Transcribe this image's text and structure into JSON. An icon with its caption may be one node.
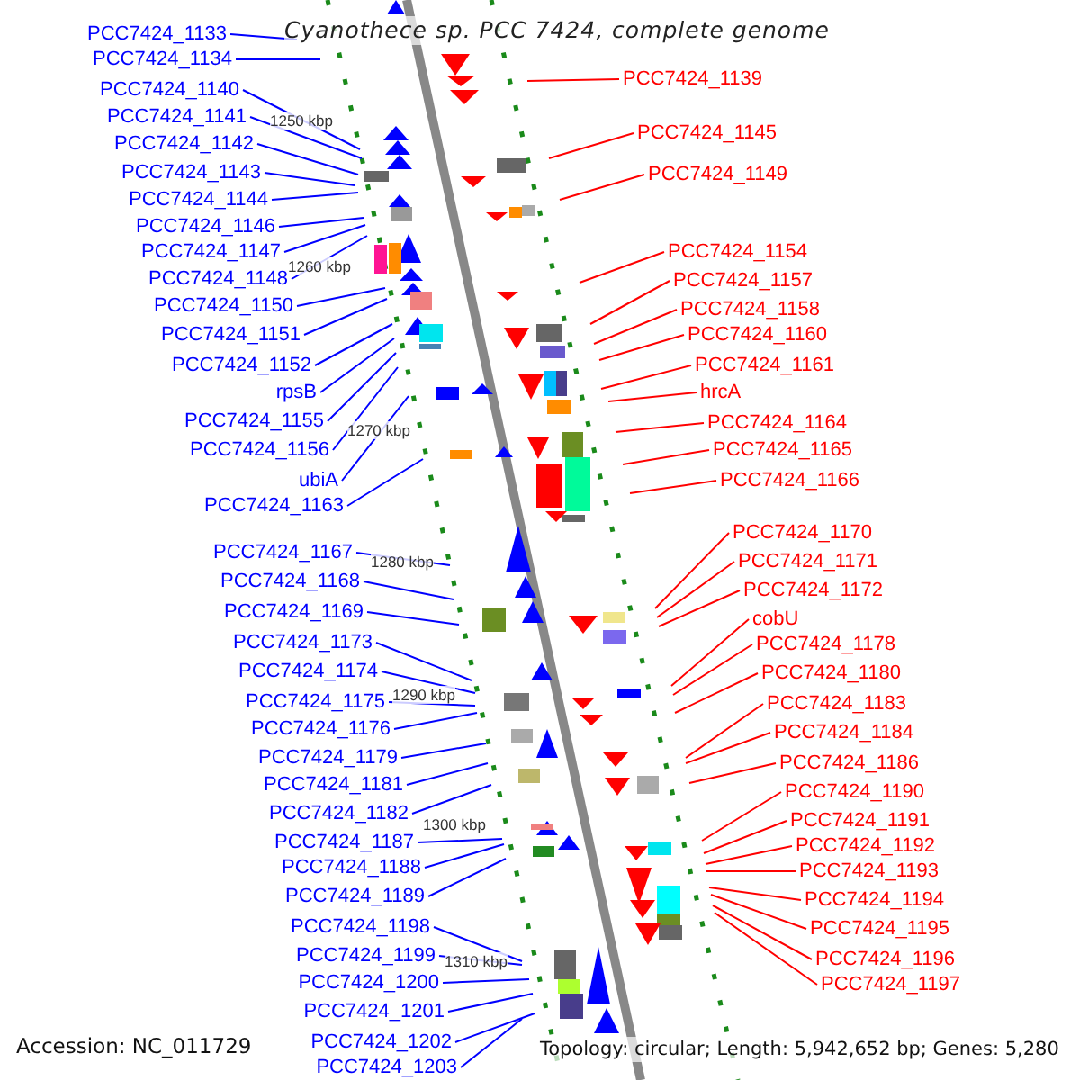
{
  "diagram": {
    "title": "Cyanothece sp. PCC 7424, complete genome",
    "nodes": [
      {
        "text": [
          "PCC7424_1133"
        ]
      },
      {
        "text": [
          "PCC7424_1134"
        ]
      },
      {
        "text": [
          "PCC7424_1140"
        ]
      },
      {
        "text": [
          "PCC7424_1141"
        ]
      },
      {
        "text": [
          "PCC7424_1142"
        ]
      },
      {
        "text": [
          "PCC7424_1143"
        ]
      },
      {
        "text": [
          "PCC7424_1144"
        ]
      },
      {
        "text": [
          "PCC7424_1146"
        ]
      },
      {
        "text": [
          "PCC7424_1147"
        ]
      },
      {
        "text": [
          "PCC7424_1148"
        ]
      },
      {
        "text": [
          "PCC7424_1150"
        ]
      },
      {
        "text": [
          "PCC7424_1151"
        ]
      },
      {
        "text": [
          "PCC7424_1152"
        ]
      },
      {
        "text": [
          "rpsB"
        ]
      },
      {
        "text": [
          "PCC7424_1155"
        ]
      },
      {
        "text": [
          "PCC7424_1156"
        ]
      },
      {
        "text": [
          "ubiA"
        ]
      },
      {
        "text": [
          "PCC7424_1163"
        ]
      },
      {
        "text": [
          "PCC7424_1167"
        ]
      },
      {
        "text": [
          "PCC7424_1168"
        ]
      },
      {
        "text": [
          "PCC7424_1169"
        ]
      },
      {
        "text": [
          "PCC7424_1173"
        ]
      },
      {
        "text": [
          "PCC7424_1174"
        ]
      },
      {
        "text": [
          "PCC7424_1175"
        ]
      },
      {
        "text": [
          "PCC7424_1176"
        ]
      },
      {
        "text": [
          "PCC7424_1179"
        ]
      },
      {
        "text": [
          "PCC7424_1181"
        ]
      },
      {
        "text": [
          "PCC7424_1182"
        ]
      },
      {
        "text": [
          "PCC7424_1187"
        ]
      },
      {
        "text": [
          "PCC7424_1188"
        ]
      },
      {
        "text": [
          "PCC7424_1189"
        ]
      },
      {
        "text": [
          "PCC7424_1198"
        ]
      },
      {
        "text": [
          "PCC7424_1199"
        ]
      },
      {
        "text": [
          "PCC7424_1200"
        ]
      },
      {
        "text": [
          "PCC7424_1201"
        ]
      },
      {
        "text": [
          "PCC7424_1202"
        ]
      },
      {
        "text": [
          "PCC7424_1203"
        ]
      },
      {
        "text": [
          "PCC7424_1139"
        ]
      },
      {
        "text": [
          "PCC7424_1145"
        ]
      },
      {
        "text": [
          "PCC7424_1149"
        ]
      },
      {
        "text": [
          "PCC7424_1154"
        ]
      },
      {
        "text": [
          "PCC7424_1157"
        ]
      },
      {
        "text": [
          "PCC7424_1158"
        ]
      },
      {
        "text": [
          "PCC7424_1160"
        ]
      },
      {
        "text": [
          "PCC7424_1161"
        ]
      },
      {
        "text": [
          "hrcA"
        ]
      },
      {
        "text": [
          "PCC7424_1164"
        ]
      },
      {
        "text": [
          "PCC7424_1165"
        ]
      },
      {
        "text": [
          "PCC7424_1166"
        ]
      },
      {
        "text": [
          "PCC7424_1170"
        ]
      },
      {
        "text": [
          "PCC7424_1171"
        ]
      },
      {
        "text": [
          "PCC7424_1172"
        ]
      },
      {
        "text": [
          "cobU"
        ]
      },
      {
        "text": [
          "PCC7424_1178"
        ]
      },
      {
        "text": [
          "PCC7424_1180"
        ]
      },
      {
        "text": [
          "PCC7424_1183"
        ]
      },
      {
        "text": [
          "PCC7424_1184"
        ]
      },
      {
        "text": [
          "PCC7424_1186"
        ]
      },
      {
        "text": [
          "PCC7424_1190"
        ]
      },
      {
        "text": [
          "PCC7424_1191"
        ]
      },
      {
        "text": [
          "PCC7424_1192"
        ]
      },
      {
        "text": [
          "PCC7424_1193"
        ]
      },
      {
        "text": [
          "PCC7424_1194"
        ]
      },
      {
        "text": [
          "PCC7424_1195"
        ]
      },
      {
        "text": [
          "PCC7424_1196"
        ]
      },
      {
        "text": [
          "PCC7424_1197"
        ]
      }
    ],
    "edges": [
      {
        "from": 0,
        "to": null,
        "arrow": "none"
      },
      {
        "from": 1,
        "to": null,
        "arrow": "none"
      },
      {
        "from": 2,
        "to": null,
        "arrow": "none"
      },
      {
        "from": 3,
        "to": null,
        "arrow": "none"
      },
      {
        "from": 4,
        "to": null,
        "arrow": "none"
      },
      {
        "from": 5,
        "to": null,
        "arrow": "none"
      },
      {
        "from": 6,
        "to": null,
        "arrow": "none"
      },
      {
        "from": 7,
        "to": null,
        "arrow": "none"
      },
      {
        "from": 8,
        "to": null,
        "arrow": "none"
      },
      {
        "from": 9,
        "to": null,
        "arrow": "none"
      },
      {
        "from": 10,
        "to": null,
        "arrow": "none"
      },
      {
        "from": 11,
        "to": null,
        "arrow": "none"
      },
      {
        "from": 12,
        "to": null,
        "arrow": "none"
      },
      {
        "from": 13,
        "to": null,
        "arrow": "none"
      },
      {
        "from": 14,
        "to": null,
        "arrow": "none"
      },
      {
        "from": 15,
        "to": null,
        "arrow": "none"
      },
      {
        "from": 16,
        "to": null,
        "arrow": "none"
      },
      {
        "from": 17,
        "to": null,
        "arrow": "none"
      },
      {
        "from": 18,
        "to": null,
        "arrow": "none"
      },
      {
        "from": 19,
        "to": null,
        "arrow": "none"
      },
      {
        "from": 20,
        "to": null,
        "arrow": "none"
      },
      {
        "from": 21,
        "to": null,
        "arrow": "none"
      },
      {
        "from": 22,
        "to": null,
        "arrow": "none"
      },
      {
        "from": 23,
        "to": null,
        "arrow": "none"
      },
      {
        "from": 24,
        "to": null,
        "arrow": "none"
      },
      {
        "from": 25,
        "to": null,
        "arrow": "none"
      },
      {
        "from": 26,
        "to": null,
        "arrow": "none"
      },
      {
        "from": 27,
        "to": null,
        "arrow": "none"
      },
      {
        "from": 28,
        "to": null,
        "arrow": "none"
      },
      {
        "from": 29,
        "to": null,
        "arrow": "none"
      },
      {
        "from": 30,
        "to": null,
        "arrow": "none"
      },
      {
        "from": 31,
        "to": null,
        "arrow": "none"
      },
      {
        "from": 32,
        "to": null,
        "arrow": "none"
      },
      {
        "from": 33,
        "to": null,
        "arrow": "none"
      },
      {
        "from": 34,
        "to": null,
        "arrow": "none"
      },
      {
        "from": 35,
        "to": null,
        "arrow": "none"
      },
      {
        "from": 36,
        "to": null,
        "arrow": "none"
      },
      {
        "from": 37,
        "to": null,
        "arrow": "none",
        "color": "#ff0000"
      },
      {
        "from": 38,
        "to": null,
        "arrow": "none",
        "color": "#ff0000"
      },
      {
        "from": 39,
        "to": null,
        "arrow": "none",
        "color": "#ff0000"
      },
      {
        "from": 40,
        "to": null,
        "arrow": "none",
        "color": "#ff0000"
      },
      {
        "from": 41,
        "to": null,
        "arrow": "none",
        "color": "#ff0000"
      },
      {
        "from": 42,
        "to": null,
        "arrow": "none",
        "color": "#ff0000"
      },
      {
        "from": 43,
        "to": null,
        "arrow": "none",
        "color": "#ff0000"
      },
      {
        "from": 44,
        "to": null,
        "arrow": "none",
        "color": "#ff0000"
      },
      {
        "from": 45,
        "to": null,
        "arrow": "none",
        "color": "#ff0000"
      },
      {
        "from": 46,
        "to": null,
        "arrow": "none",
        "color": "#ff0000"
      },
      {
        "from": 47,
        "to": null,
        "arrow": "none",
        "color": "#ff0000"
      },
      {
        "from": 48,
        "to": null,
        "arrow": "none",
        "color": "#ff0000"
      },
      {
        "from": 49,
        "to": null,
        "arrow": "none",
        "color": "#ff0000"
      },
      {
        "from": 50,
        "to": null,
        "arrow": "none",
        "color": "#ff0000"
      },
      {
        "from": 51,
        "to": null,
        "arrow": "none",
        "color": "#ff0000"
      },
      {
        "from": 52,
        "to": null,
        "arrow": "none",
        "color": "#ff0000"
      },
      {
        "from": 53,
        "to": null,
        "arrow": "none",
        "color": "#ff0000"
      },
      {
        "from": 54,
        "to": null,
        "arrow": "none",
        "color": "#ff0000"
      },
      {
        "from": 55,
        "to": null,
        "arrow": "none",
        "color": "#ff0000"
      },
      {
        "from": 56,
        "to": null,
        "arrow": "none",
        "color": "#ff0000"
      },
      {
        "from": 57,
        "to": null,
        "arrow": "none",
        "color": "#ff0000"
      },
      {
        "from": 58,
        "to": null,
        "arrow": "none",
        "color": "#ff0000"
      },
      {
        "from": 59,
        "to": null,
        "arrow": "none",
        "color": "#ff0000"
      },
      {
        "from": 60,
        "to": null,
        "arrow": "none",
        "color": "#ff0000"
      },
      {
        "from": 61,
        "to": null,
        "arrow": "none",
        "color": "#ff0000"
      },
      {
        "from": 62,
        "to": null,
        "arrow": "none",
        "color": "#ff0000"
      },
      {
        "from": 63,
        "to": null,
        "arrow": "none",
        "color": "#ff0000"
      },
      {
        "from": 64,
        "to": null,
        "arrow": "none",
        "color": "#ff0000"
      },
      {
        "from": 65,
        "to": null,
        "arrow": "none",
        "color": "#ff0000"
      }
    ],
    "labels": [
      "1250 kbp",
      "1260 kbp",
      "1270 kbp",
      "1280 kbp",
      "1290 kbp",
      "1300 kbp",
      "1310 kbp",
      "Accession: NC_011729",
      "Topology: circular; Length: 5,942,652 bp; Genes: 5,280"
    ]
  }
}
